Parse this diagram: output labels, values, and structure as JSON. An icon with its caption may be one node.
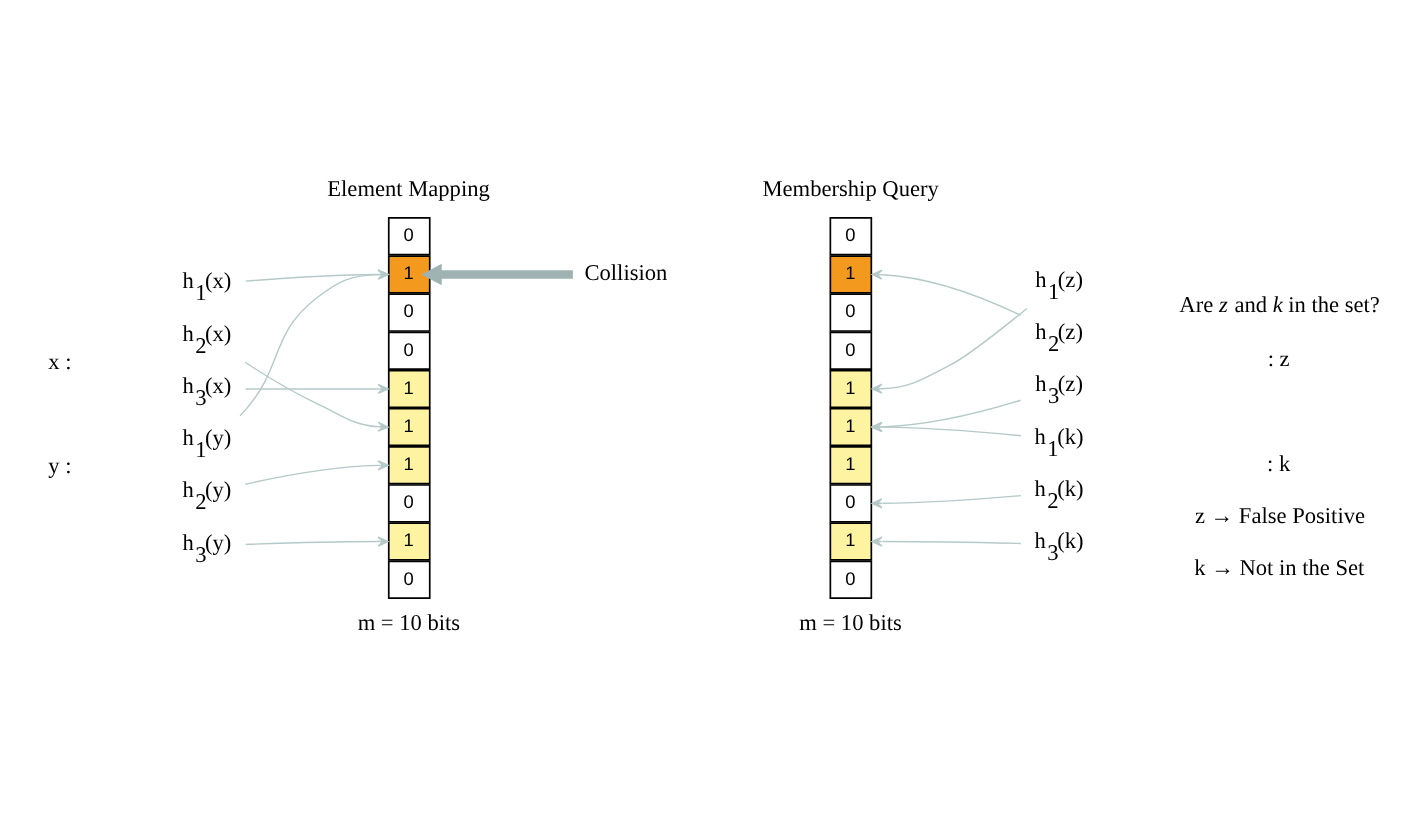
{
  "diagram": {
    "nodes": [
      {
        "text": [
          "0"
        ]
      },
      {
        "text": [
          "1"
        ]
      },
      {
        "text": [
          "0"
        ]
      },
      {
        "text": [
          "0"
        ]
      },
      {
        "text": [
          "1"
        ]
      },
      {
        "text": [
          "1"
        ]
      },
      {
        "text": [
          "1"
        ]
      },
      {
        "text": [
          "0"
        ]
      },
      {
        "text": [
          "1"
        ]
      },
      {
        "text": [
          "0"
        ]
      },
      {
        "text": [
          "0"
        ]
      },
      {
        "text": [
          "1"
        ]
      },
      {
        "text": [
          "0"
        ]
      },
      {
        "text": [
          "0"
        ]
      },
      {
        "text": [
          "1"
        ]
      },
      {
        "text": [
          "1"
        ]
      },
      {
        "text": [
          "1"
        ]
      },
      {
        "text": [
          "0"
        ]
      },
      {
        "text": [
          "1"
        ]
      },
      {
        "text": [
          "0"
        ]
      },
      {
        "text": [
          "h$_{1}$(x)"
        ]
      },
      {
        "text": [
          "h$_{2}$(x)"
        ]
      },
      {
        "text": [
          "h$_{3}$(x)"
        ]
      },
      {
        "text": [
          "h$_{1}$(y)"
        ]
      },
      {
        "text": [
          "h$_{2}$(y)"
        ]
      },
      {
        "text": [
          "h$_{3}$(y)"
        ]
      },
      {
        "text": [
          "h$_{1}$(z)"
        ]
      },
      {
        "text": [
          "h$_{2}$(z)"
        ]
      },
      {
        "text": [
          "h$_{3}$(z)"
        ]
      },
      {
        "text": [
          "h$_{1}$(k)"
        ]
      },
      {
        "text": [
          "h$_{2}$(k)"
        ]
      },
      {
        "text": [
          "h$_{3}$(k)"
        ]
      },
      {
        "text": [
          "Collision"
        ]
      }
    ],
    "edges": [
      {
        "from": 20,
        "to": 1,
        "arrow": "to"
      },
      {
        "from": 21,
        "to": 5,
        "arrow": "to"
      },
      {
        "from": 22,
        "to": 4,
        "arrow": "to"
      },
      {
        "from": 23,
        "to": 1,
        "arrow": "to"
      },
      {
        "from": 24,
        "to": 6,
        "arrow": "to"
      },
      {
        "from": 25,
        "to": 8,
        "arrow": "to"
      },
      {
        "from": 32,
        "to": 1,
        "arrow": "to",
        "style": "thick"
      },
      {
        "from": 26,
        "to": 14,
        "arrow": "to"
      },
      {
        "from": 27,
        "to": 11,
        "arrow": "to"
      },
      {
        "from": 28,
        "to": 15,
        "arrow": "to"
      },
      {
        "from": 29,
        "to": 15,
        "arrow": "to"
      },
      {
        "from": 30,
        "to": 17,
        "arrow": "to"
      },
      {
        "from": 31,
        "to": 18,
        "arrow": "to"
      }
    ],
    "labels": [
      "Element Mapping",
      "Membership Query",
      "Are *z* and *k* in the set?",
      "x :",
      "y :",
      ": z",
      ": k",
      "m = 10 bits",
      "m = 10 bits",
      "z → False Positive",
      "k → Not in the Set"
    ]
  }
}
